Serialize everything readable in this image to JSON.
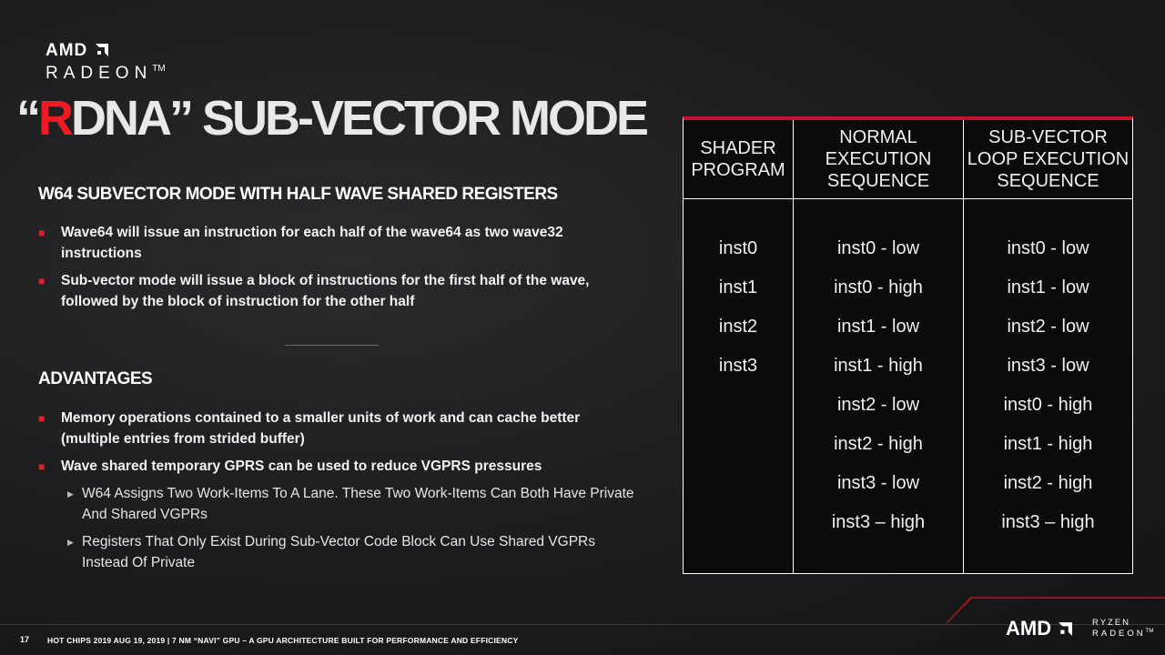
{
  "logo": {
    "amd": "AMD",
    "radeon": "RADEON",
    "tm": "TM"
  },
  "title": {
    "open_quote": "“",
    "accent_letter": "R",
    "rest": "DNA” SUB-VECTOR MODE"
  },
  "section1": {
    "heading": "W64 SUBVECTOR MODE WITH HALF WAVE SHARED REGISTERS",
    "bullets": [
      "Wave64 will issue an instruction for each half  of the wave64 as two wave32 instructions",
      "Sub-vector mode will issue a block of instructions for the first half of the wave, followed by the block of instruction for the other half"
    ]
  },
  "section2": {
    "heading": "ADVANTAGES",
    "bullets": [
      "Memory operations contained to a smaller units of work and can cache better (multiple entries from strided buffer)",
      "Wave shared temporary GPRS can be used to reduce VGPRS pressures"
    ],
    "sub_bullets": [
      "W64 Assigns Two Work-Items To A Lane.  These Two Work-Items Can Both Have Private And Shared VGPRs",
      "Registers That Only Exist During Sub-Vector Code Block Can Use Shared VGPRs Instead Of Private"
    ]
  },
  "table": {
    "headers": [
      [
        "SHADER",
        "PROGRAM"
      ],
      [
        "NORMAL",
        "EXECUTION",
        "SEQUENCE"
      ],
      [
        "SUB-VECTOR",
        "LOOP EXECUTION",
        "SEQUENCE"
      ]
    ],
    "columns": [
      [
        "inst0",
        "inst1",
        "inst2",
        "inst3"
      ],
      [
        "inst0 - low",
        "inst0 - high",
        "inst1 - low",
        "inst1 - high",
        "inst2 - low",
        "inst2 - high",
        "inst3 - low",
        "inst3 – high"
      ],
      [
        "inst0 - low",
        "inst1 - low",
        "inst2 - low",
        "inst3 - low",
        "inst0 - high",
        "inst1 - high",
        "inst2 - high",
        "inst3 – high"
      ]
    ]
  },
  "footer": {
    "page_number": "17",
    "text": "HOT CHIPS 2019  AUG  19, 2019   |   7 NM “NAVI” GPU – A GPU ARCHITECTURE BUILT FOR PERFORMANCE AND EFFICIENCY",
    "amd": "AMD",
    "ryzen": "RYZEN",
    "radeon": "RADEON"
  },
  "colors": {
    "accent": "#ed1c24",
    "table_top": "#c8102e"
  }
}
